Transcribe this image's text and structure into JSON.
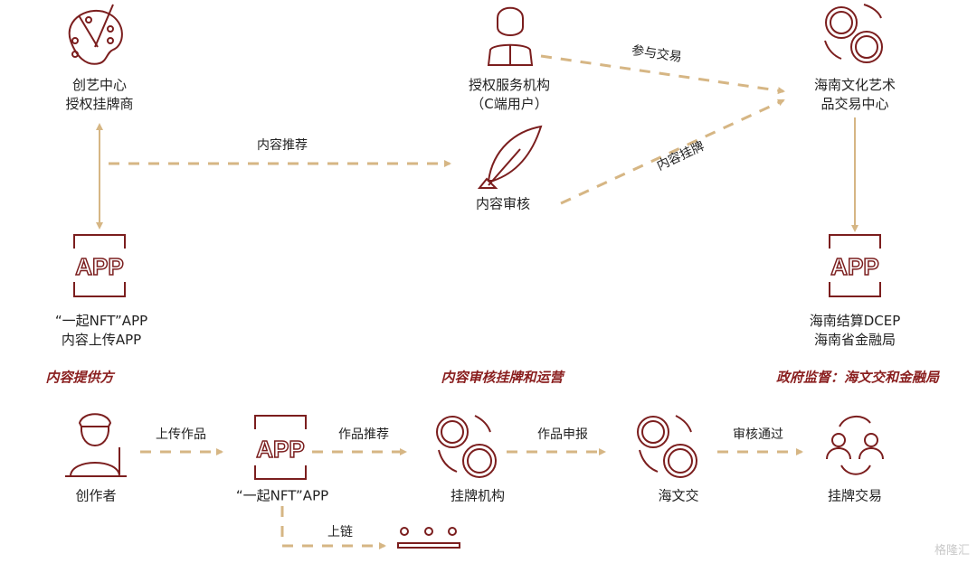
{
  "colors": {
    "icon": "#7b1e1e",
    "arrow": "#d6b684",
    "section": "#8a1f1f"
  },
  "top": {
    "creative_center": [
      "创艺中心",
      "授权挂牌商"
    ],
    "app": [
      "“一起NFT”APP",
      "内容上传APP"
    ],
    "service": [
      "授权服务机构",
      "（C端用户）"
    ],
    "review": "内容审核",
    "exchange": [
      "海南文化艺术",
      "品交易中心"
    ],
    "dcep": [
      "海南结算DCEP",
      "海南省金融局"
    ],
    "arrows": {
      "recommend": "内容推荐",
      "trade": "参与交易",
      "listing": "内容挂牌"
    }
  },
  "sections": [
    "内容提供方",
    "内容审核挂牌和运营",
    "政府监督：海文交和金融局"
  ],
  "bottom": {
    "nodes": [
      "创作者",
      "“一起NFT”APP",
      "挂牌机构",
      "海文交",
      "挂牌交易"
    ],
    "arrows": [
      "上传作品",
      "作品推荐",
      "作品申报",
      "审核通过",
      "上链"
    ],
    "app_text": "APP"
  },
  "watermark": "格隆汇"
}
